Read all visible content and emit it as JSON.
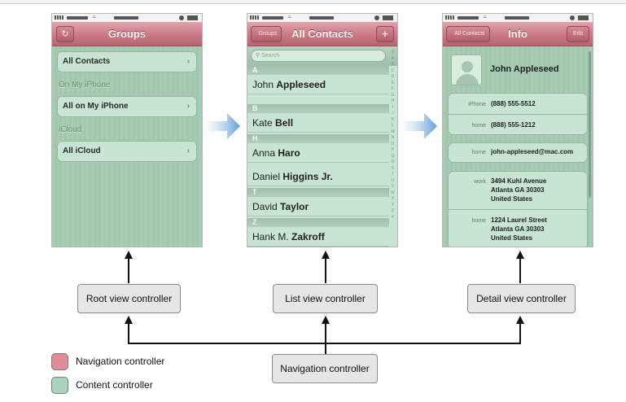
{
  "colors": {
    "navigation": "#c97a86",
    "content": "#a8ccb3"
  },
  "phone1": {
    "nav": {
      "title": "Groups",
      "left_icon": "refresh-icon"
    },
    "cells": [
      "All Contacts",
      "All on My iPhone",
      "All iCloud"
    ],
    "groups": [
      "On My iPhone",
      "iCloud"
    ]
  },
  "phone2": {
    "nav": {
      "title": "All Contacts",
      "back": "Groups",
      "right": "+"
    },
    "search_placeholder": "Search",
    "sections": [
      "A",
      "B",
      "H",
      "T",
      "Z"
    ],
    "contacts": [
      {
        "first": "John",
        "last": "Appleseed"
      },
      {
        "first": "Kate",
        "last": "Bell"
      },
      {
        "first": "Anna",
        "last": "Haro"
      },
      {
        "first": "Daniel",
        "last": "Higgins Jr."
      },
      {
        "first": "David",
        "last": "Taylor"
      },
      {
        "first": "Hank M.",
        "last": "Zakroff"
      }
    ],
    "index": "Q\nA\nB\nC\nD\nE\nF\nG\nH\nI\nJ\nK\nL\nM\nN\nO\nP\nQ\nR\nS\nT\nU\nV\nW\nX\nY\nZ\n#"
  },
  "phone3": {
    "nav": {
      "title": "Info",
      "back": "All Contacts",
      "right": "Edit"
    },
    "name": "John Appleseed",
    "phones": [
      {
        "label": "iPhone",
        "value": "(888) 555-5512"
      },
      {
        "label": "home",
        "value": "(888) 555-1212"
      }
    ],
    "email": {
      "label": "home",
      "value": "john-appleseed@mac.com"
    },
    "addresses": [
      {
        "label": "work",
        "line1": "3494 Kuhl Avenue",
        "line2": "Atlanta GA 30303",
        "line3": "United States"
      },
      {
        "label": "home",
        "line1": "1224 Laurel Street",
        "line2": "Atlanta GA 30303",
        "line3": "United States"
      }
    ]
  },
  "boxes": {
    "root": "Root view controller",
    "list": "List view controller",
    "detail": "Detail view controller",
    "navigation": "Navigation controller"
  },
  "legend": {
    "navigation": "Navigation controller",
    "content": "Content controller"
  }
}
